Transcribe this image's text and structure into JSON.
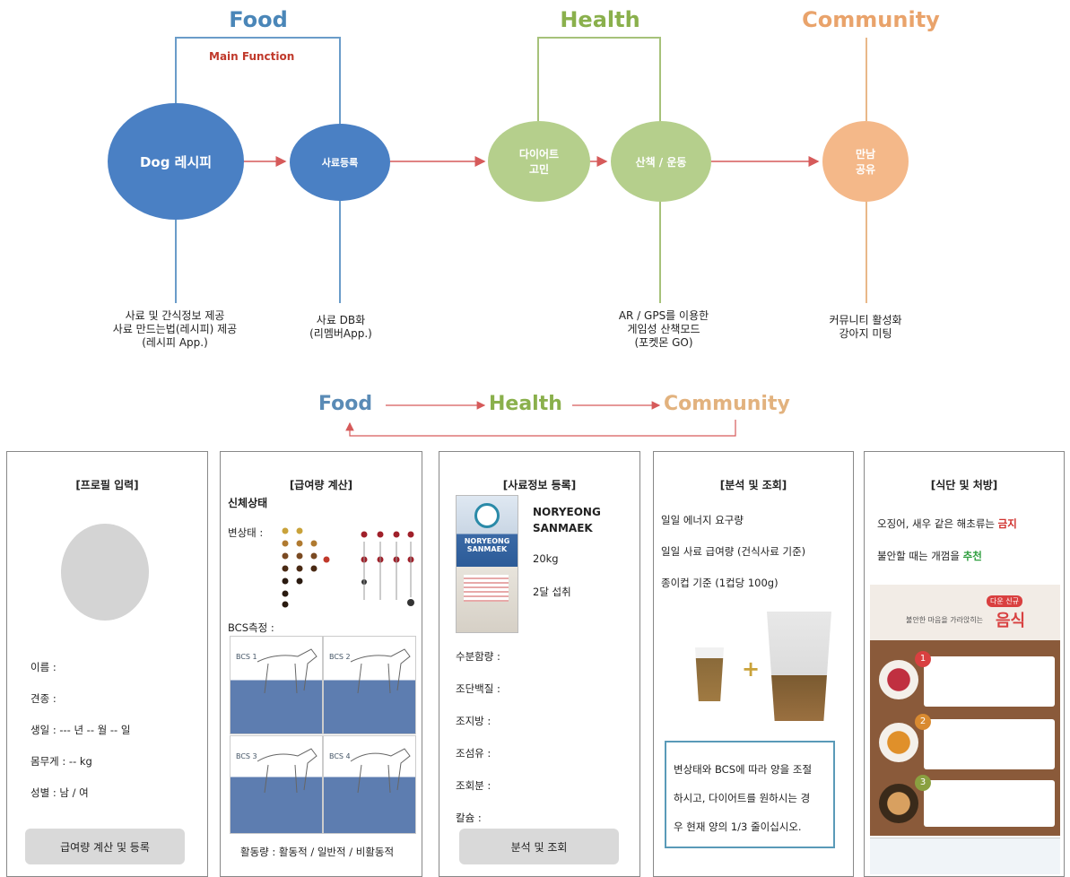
{
  "top": {
    "headers": {
      "food": "Food",
      "health": "Health",
      "community": "Community"
    },
    "main_function": "Main Function",
    "nodes": {
      "dog_recipe": "Dog 레시피",
      "feed_register": "사료등록",
      "diet": "다이어트\n고민",
      "walk": "산책 / 운동",
      "meet": "만남\n공유"
    },
    "captions": {
      "dog_recipe": "사료 및 간식정보 제공\n사료 만드는법(레시피) 제공\n(레시피 App.)",
      "feed_register": "사료 DB화\n(리멤버App.)",
      "walk": "AR / GPS를 이용한\n게임성 산책모드\n(포켓몬 GO)",
      "meet": "커뮤니티 활성화\n강아지 미팅"
    }
  },
  "flow": {
    "food": "Food",
    "health": "Health",
    "community": "Community"
  },
  "panels": {
    "profile": {
      "title": "[프로필 입력]",
      "fields": [
        "이름 :",
        "견종 :",
        "생일 : --- 년 -- 월 -- 일",
        "몸무게 : -- kg",
        "성별 : 남 / 여"
      ],
      "button": "급여량 계산 및 등록"
    },
    "calc": {
      "title": "[급여량 계산]",
      "subtitle": "신체상태",
      "stool": "변상태 :",
      "bcs": "BCS측정 :",
      "bcs_labels": [
        "BCS 1",
        "BCS 2",
        "BCS 3",
        "BCS 4"
      ],
      "activity": "활동량 : 활동적 / 일반적 / 비활동적"
    },
    "feedinfo": {
      "title": "[사료정보 등록]",
      "brand": "NORYEONG\nSANMAEK",
      "weight": "20kg",
      "intake": "2달 섭취",
      "fields": [
        "수분함량 :",
        "조단백질 :",
        "조지방 :",
        "조섬유 :",
        "조회분 :",
        "칼슘 :"
      ],
      "package_text": "NORYEONG\nSANMAEK",
      "button": "분석 및 조회"
    },
    "analysis": {
      "title": "[분석 및 조회]",
      "lines": [
        "일일 에너지 요구량",
        "일일 사료 급여량 (건식사료 기준)",
        "종이컵 기준 (1컵당 100g)"
      ],
      "note_lines": [
        "변상태와 BCS에 따라 양을 조절",
        "하시고, 다이어트를 원하시는 경",
        "우 현재 양의 1/3 줄이십시오."
      ],
      "plus": "+"
    },
    "diet": {
      "title": "[식단 및 처방]",
      "line1_pre": "오징어, 새우 같은 해초류는 ",
      "line1_hl": "금지",
      "line2_pre": "불안할 때는 개껌을 ",
      "line2_hl": "추천",
      "poster_small": "불안한 마음을 가라앉히는",
      "poster_big": "음식",
      "poster_badge": "다운 신규",
      "poster_steps": [
        "1",
        "2",
        "3"
      ]
    }
  }
}
